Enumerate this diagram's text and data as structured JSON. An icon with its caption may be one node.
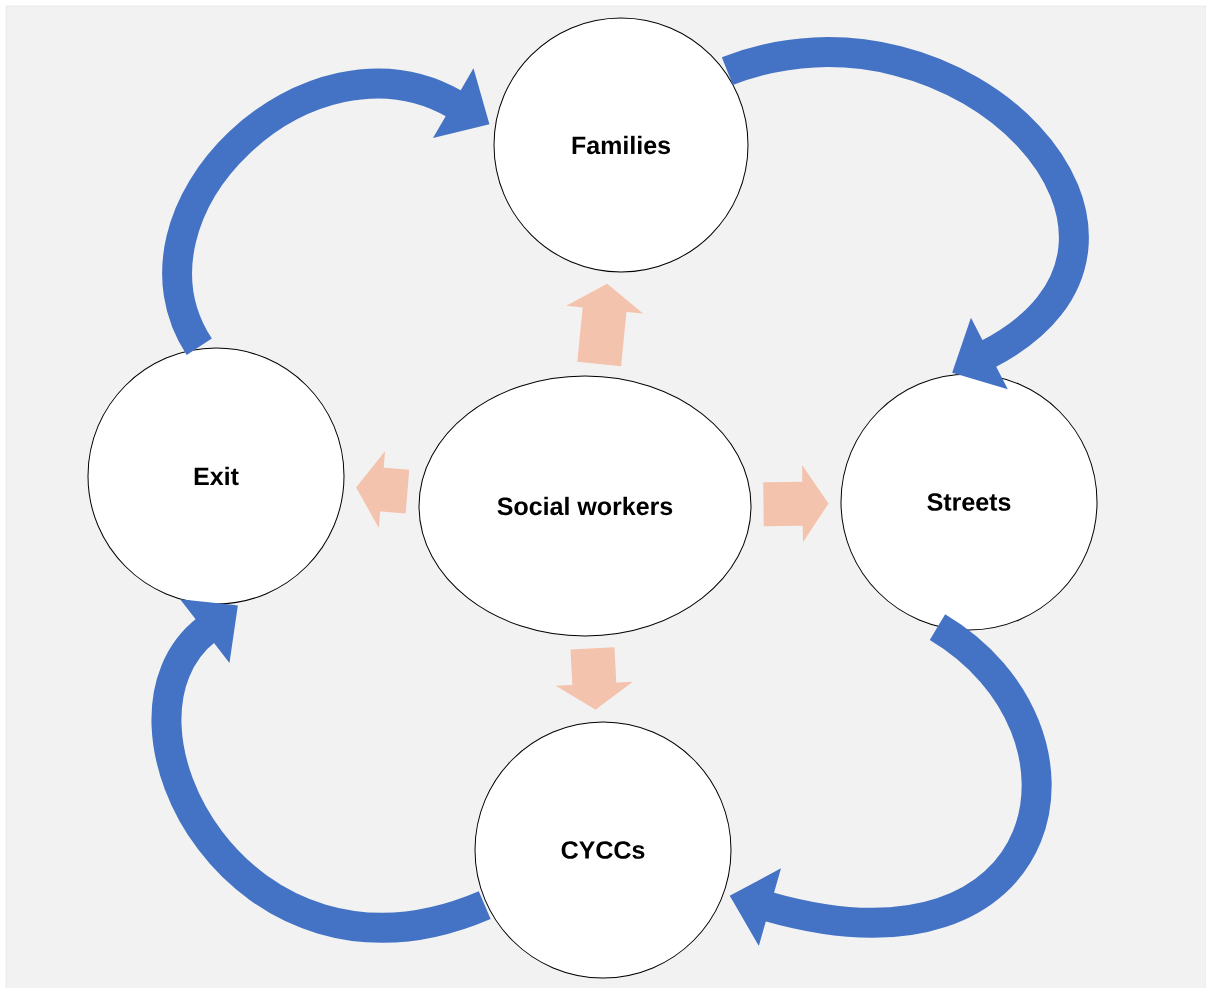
{
  "diagram": {
    "nodes": [
      {
        "text": [
          "Families"
        ]
      },
      {
        "text": [
          "Exit"
        ]
      },
      {
        "text": [
          "Social workers"
        ]
      },
      {
        "text": [
          "Streets"
        ]
      },
      {
        "text": [
          "CYCCs"
        ]
      }
    ],
    "edges": [
      {
        "from": 2,
        "to": 0,
        "arrow": "to",
        "color": "#f4c3ae"
      },
      {
        "from": 2,
        "to": 1,
        "arrow": "to",
        "color": "#f4c3ae"
      },
      {
        "from": 2,
        "to": 3,
        "arrow": "to",
        "color": "#f4c3ae"
      },
      {
        "from": 2,
        "to": 4,
        "arrow": "to",
        "color": "#f4c3ae"
      },
      {
        "from": 1,
        "to": 0,
        "arrow": "to",
        "color": "#4472c4"
      },
      {
        "from": 0,
        "to": 3,
        "arrow": "to",
        "color": "#4472c4"
      },
      {
        "from": 3,
        "to": 4,
        "arrow": "to",
        "color": "#4472c4"
      },
      {
        "from": 4,
        "to": 1,
        "arrow": "to",
        "color": "#4472c4"
      }
    ]
  }
}
